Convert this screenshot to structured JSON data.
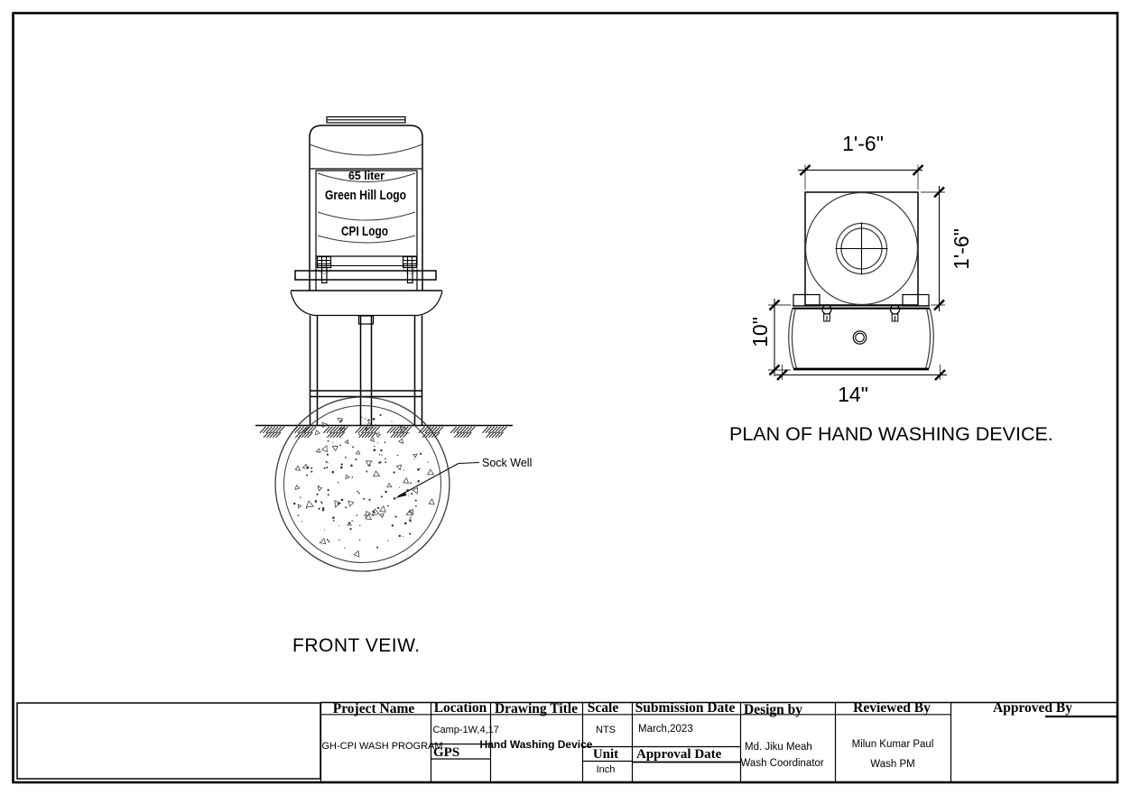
{
  "sheet": {
    "front_view": {
      "tank_capacity": "65 liter",
      "tank_logo_1": "Green Hill Logo",
      "tank_logo_2": "CPI Logo",
      "sock_well_label": "Sock Well",
      "caption": "FRONT VEIW."
    },
    "plan_view": {
      "caption": "PLAN OF HAND WASHING DEVICE.",
      "dim_width_top": "1'-6\"",
      "dim_height_right": "1'-6\"",
      "dim_basin_height": "10\"",
      "dim_basin_width": "14\""
    },
    "title_block": {
      "project_name_label": "Project Name",
      "project_name": "GH-CPI WASH PROGRAM",
      "location_label": "Location",
      "location": "Camp-1W,4,17",
      "gps_label": "GPS",
      "drawing_title_label": "Drawing Title",
      "drawing_title": "Hand Washing Device",
      "scale_label": "Scale",
      "scale": "NTS",
      "unit_label": "Unit",
      "unit": "Inch",
      "submission_date_label": "Submission Date",
      "submission_date": "March,2023",
      "approval_date_label": "Approval Date",
      "design_by_label": "Design by",
      "design_by_name": "Md. Jiku Meah",
      "design_by_role": "Wash Coordinator",
      "reviewed_by_label": "Reviewed By",
      "reviewed_by_name": "Milun Kumar Paul",
      "reviewed_by_role": "Wash PM",
      "approved_by_label": "Approved By"
    },
    "colors": {
      "line": "#000000",
      "thin_line": "#3a3a3a",
      "background": "#ffffff"
    }
  }
}
